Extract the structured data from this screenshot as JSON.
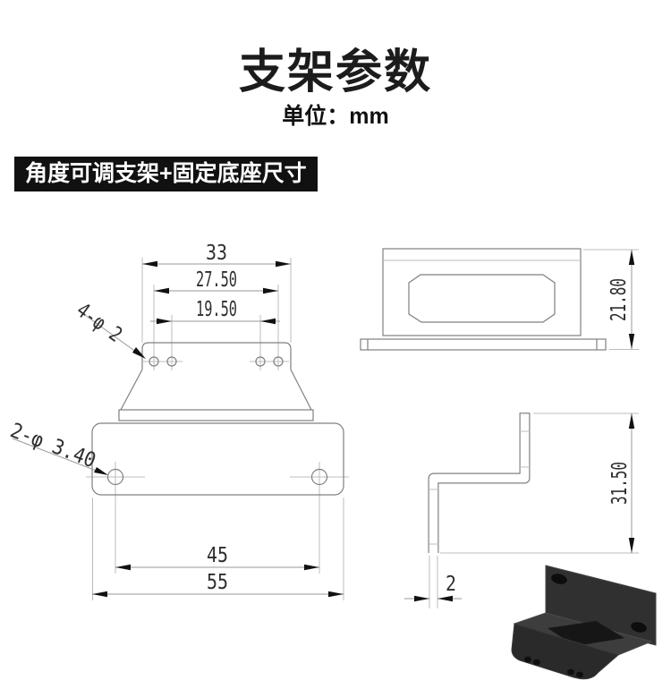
{
  "page": {
    "title": "支架参数",
    "unit_label": "单位：mm",
    "section_banner": "角度可调支架+固定底座尺寸"
  },
  "drawing": {
    "front_view": {
      "dim_top_width": "33",
      "dim_outer_holes": "27.50",
      "dim_inner_holes": "19.50",
      "label_top_holes": "4-φ 2",
      "label_base_holes": "2-φ 3.40",
      "dim_base_hole_span": "45",
      "dim_base_width": "55"
    },
    "top_view": {
      "dim_height": "21.80"
    },
    "side_view": {
      "dim_depth": "31.50",
      "dim_thickness": "2"
    }
  },
  "colors": {
    "banner_bg": "#111111",
    "object_line": "#808080",
    "thin_line": "#bcbcbc",
    "dim_text": "#2e2e2e",
    "render_body": "#333333"
  }
}
